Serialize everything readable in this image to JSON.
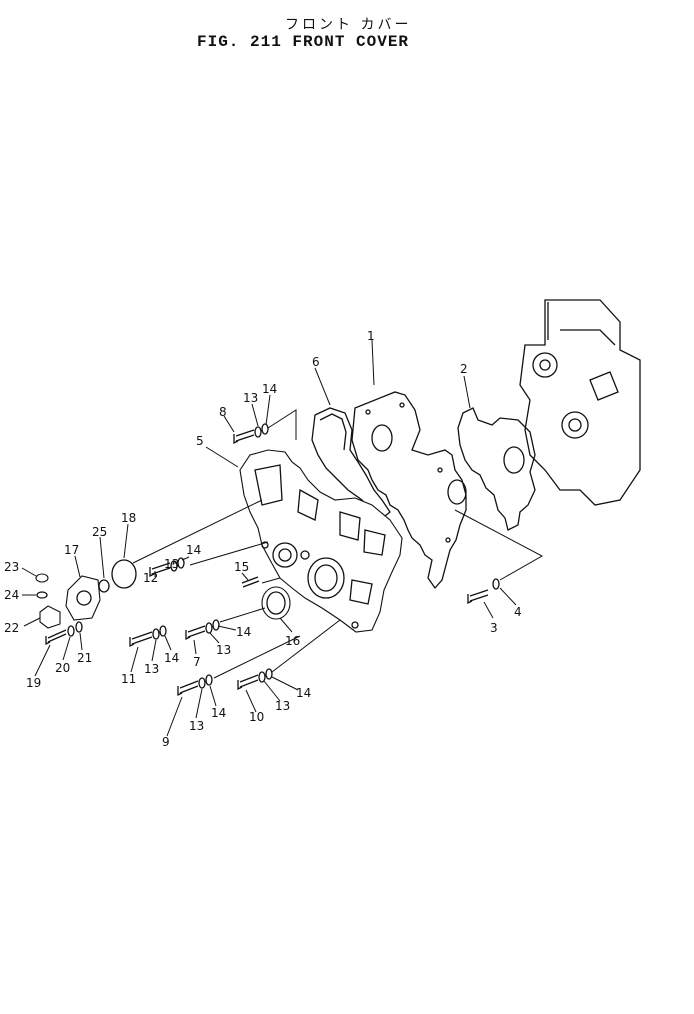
{
  "figure": {
    "title_jp": "フロント カバー",
    "title_en": "FIG. 211  FRONT COVER"
  },
  "callouts": {
    "c1": "1",
    "c2": "2",
    "c3": "3",
    "c4": "4",
    "c5": "5",
    "c6": "6",
    "c7": "7",
    "c8": "8",
    "c9": "9",
    "c10": "10",
    "c11": "11",
    "c12": "12",
    "c13a": "13",
    "c13b": "13",
    "c13c": "13",
    "c13d": "13",
    "c13e": "13",
    "c13f": "13",
    "c14a": "14",
    "c14b": "14",
    "c14c": "14",
    "c14d": "14",
    "c14e": "14",
    "c14f": "14",
    "c15": "15",
    "c16": "16",
    "c17": "17",
    "c18": "18",
    "c19": "19",
    "c20": "20",
    "c21": "21",
    "c22": "22",
    "c23": "23",
    "c24": "24",
    "c25": "25"
  }
}
